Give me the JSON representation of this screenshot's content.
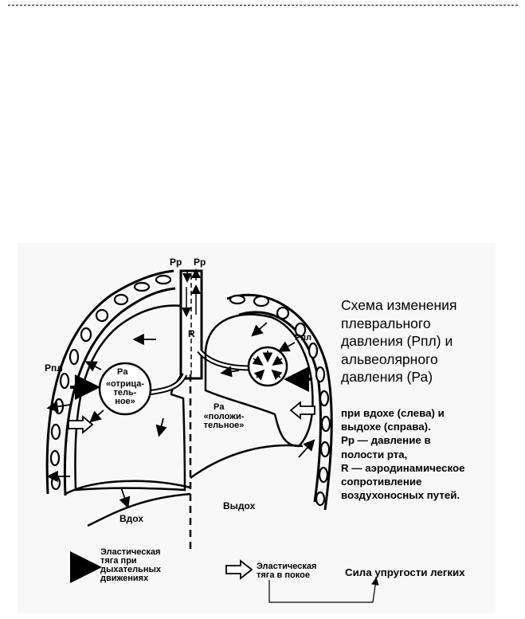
{
  "caption": {
    "title_lines": [
      "Схема изменения",
      "плеврального",
      "давления (Рпл) и",
      "альвеолярного",
      "давления (Ра)"
    ],
    "body_lines": [
      "при вдохе (слева) и",
      "выдохе (справа).",
      "Рр — давление в",
      "полости рта,",
      "R — аэродинамическое",
      "сопротивление",
      "воздухоносных путей."
    ]
  },
  "diagram": {
    "mouth_pressure_left": "Pр",
    "mouth_pressure_right": "Рр",
    "resistance": "R",
    "pleural_left": "Pпл",
    "pleural_right": "Pпл",
    "alveolar_left": "Pa",
    "alveolar_left_note": [
      "«отрица-",
      "тель-",
      "ное»"
    ],
    "alveolar_right": "Pa",
    "alveolar_right_note": [
      "«положи-",
      "тельное»"
    ],
    "inhale": "Вдох",
    "exhale": "Выдох"
  },
  "legend": {
    "breathing_label": [
      "Эластическая",
      "тяга при",
      "дыхательных",
      "движениях"
    ],
    "rest_label": [
      "Эластическая",
      "тяга в покое"
    ],
    "lung_elasticity": "Сила упругости легких"
  }
}
